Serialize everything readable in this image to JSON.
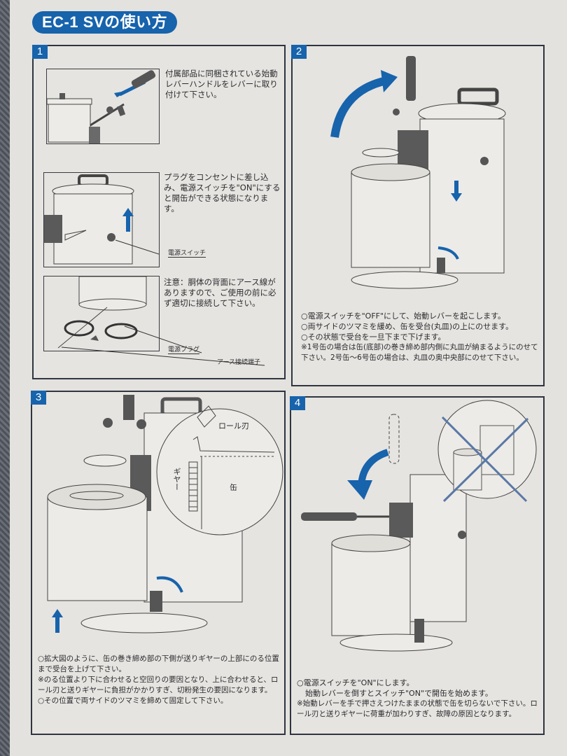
{
  "page": {
    "title": "EC-1 SVの使い方",
    "accent_color": "#1763ac",
    "border_color": "#2e3440"
  },
  "step1": {
    "number": "1",
    "sub_a_text": "付属部品に同梱されている始動レバーハンドルをレバーに取り付けて下さい。",
    "sub_b_text": "プラグをコンセントに差し込み、電源スイッチを\"ON\"にすると開缶ができる状態になります。",
    "sub_b_label": "電源スイッチ",
    "sub_c_text": "注意：胴体の背面にアース線がありますので、ご使用の前に必ず適切に接続して下さい。",
    "sub_c_labels": [
      "電源プラグ",
      "アース接続端子"
    ]
  },
  "step2": {
    "number": "2",
    "instructions": [
      "○電源スイッチを\"OFF\"にして、始動レバーを起こします。",
      "○両サイドのツマミを緩め、缶を受台(丸皿)の上にのせます。",
      "○その状態で受台を一旦下まで下げます。",
      "※1号缶の場合は缶(底部)の巻き締め部内側に丸皿が納まるようにのせて下さい。2号缶～6号缶の場合は、丸皿の奥中央部にのせて下さい。"
    ]
  },
  "step3": {
    "number": "3",
    "detail_labels": {
      "roll_blade": "ロール刃",
      "gear": "ギヤー",
      "can": "缶"
    },
    "instructions": [
      "○拡大図のように、缶の巻き締め部の下側が送りギヤーの上部にのる位置まで受台を上げて下さい。",
      "※のる位置より下に合わせると空回りの要因となり、上に合わせると、ロール刃と送りギヤーに負担がかかりすぎ、切粉発生の要因になります。",
      "○その位置で両サイドのツマミを締めて固定して下さい。"
    ]
  },
  "step4": {
    "number": "4",
    "instructions": [
      "○電源スイッチを\"ON\"にします。",
      "始動レバーを倒すとスイッチ\"ON\"で開缶を始めます。",
      "※始動レバーを手で押さえつけたままの状態で缶を切らないで下さい。ロール刃と送りギヤーに荷重が加わりすぎ、故障の原因となります。"
    ]
  }
}
